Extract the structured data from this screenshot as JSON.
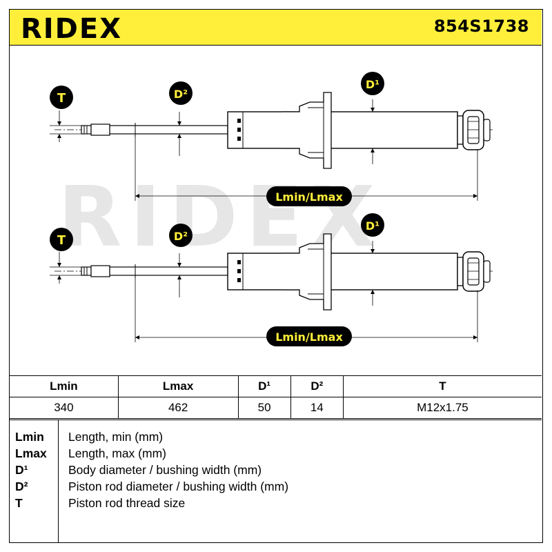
{
  "header": {
    "brand": "RIDEX",
    "part_number": "854S1738"
  },
  "diagram": {
    "labels": {
      "t": "T",
      "d2_top": "D²",
      "d1_top": "D¹",
      "length_top": "Lmin/Lmax",
      "t_b": "T",
      "d2_bottom": "D²",
      "d1_bottom": "D¹",
      "length_bottom": "Lmin/Lmax"
    },
    "watermark": "RIDEX",
    "colors": {
      "badge": "#000000",
      "badge_text": "#ffef3a",
      "accent": "#ffef3a",
      "watermark": "#e6e6e6"
    }
  },
  "specs": {
    "headers": [
      "Lmin",
      "Lmax",
      "D¹",
      "D²",
      "T"
    ],
    "values": [
      "340",
      "462",
      "50",
      "14",
      "M12x1.75"
    ]
  },
  "legend": [
    {
      "key": "Lmin",
      "desc": "Length, min (mm)"
    },
    {
      "key": "Lmax",
      "desc": "Length, max (mm)"
    },
    {
      "key": "D¹",
      "desc": "Body diameter / bushing width (mm)"
    },
    {
      "key": "D²",
      "desc": "Piston rod diameter / bushing width (mm)"
    },
    {
      "key": "T",
      "desc": "Piston rod thread size"
    }
  ]
}
